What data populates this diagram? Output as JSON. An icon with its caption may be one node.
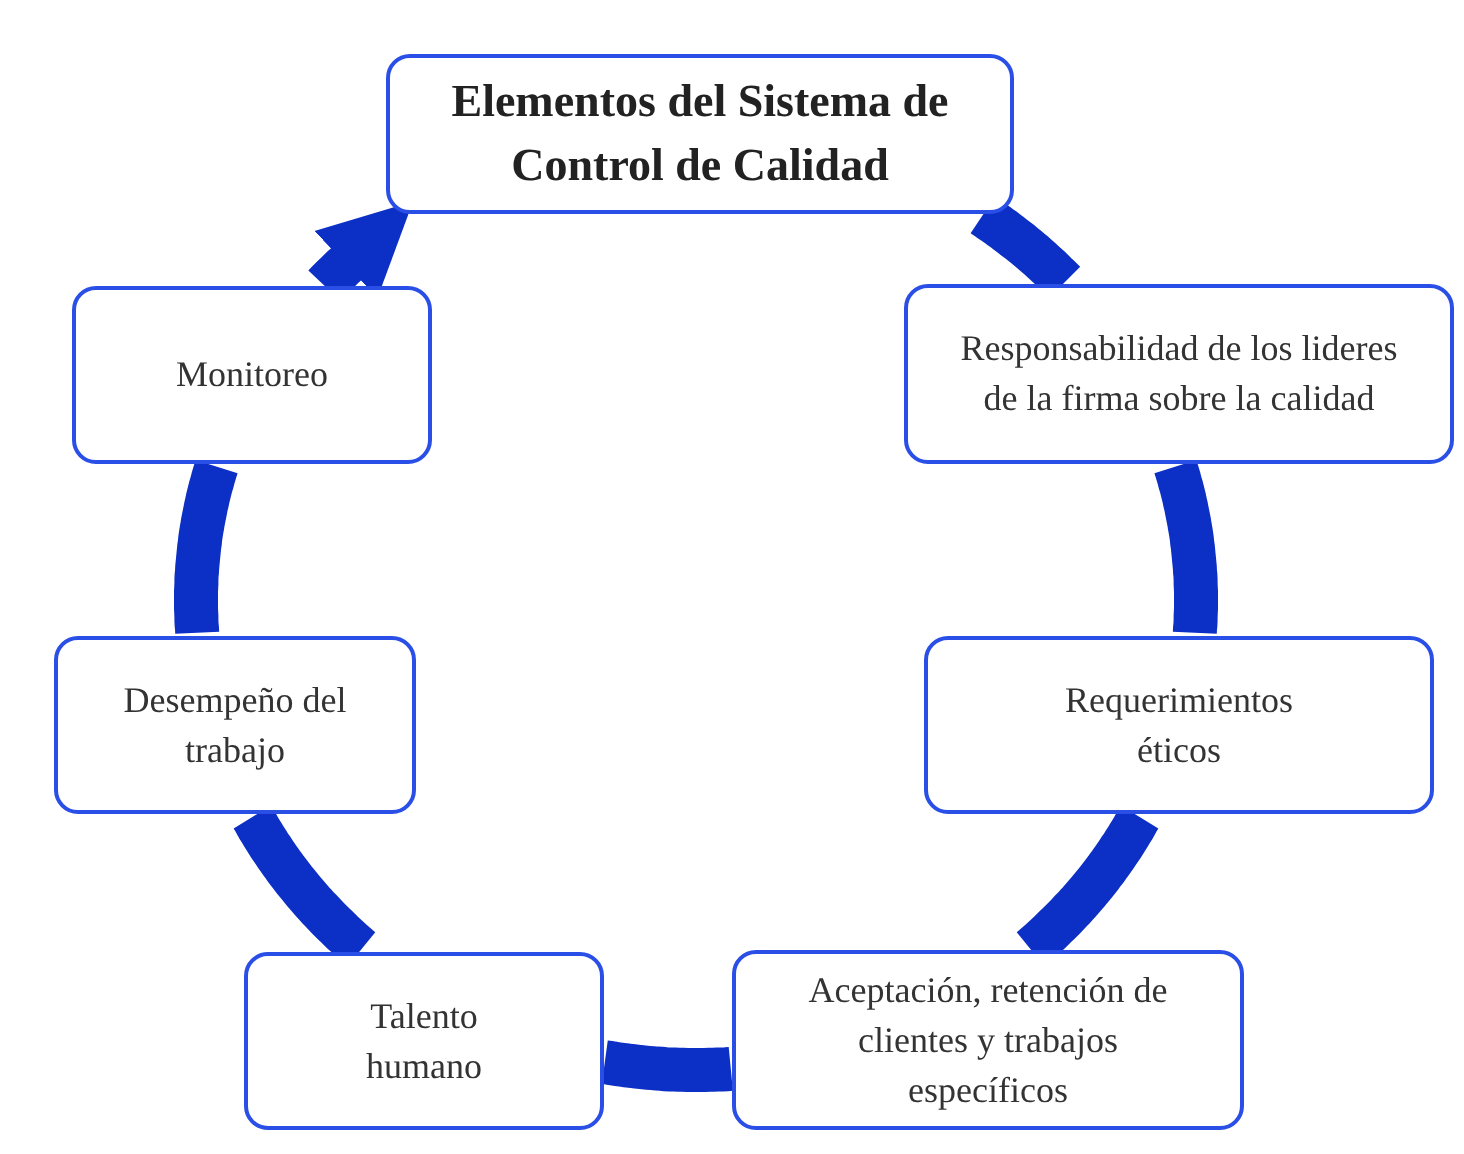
{
  "diagram": {
    "nodes": [
      {
        "text": [
          "Elementos del Sistema de Control de Calidad"
        ]
      },
      {
        "text": [
          "Responsabilidad de los lideres de la firma sobre la calidad"
        ]
      },
      {
        "text": [
          "Requerimientos éticos"
        ]
      },
      {
        "text": [
          "Aceptación, retención de clientes y trabajos específicos"
        ]
      },
      {
        "text": [
          "Talento humano"
        ]
      },
      {
        "text": [
          "Desempeño del trabajo"
        ]
      },
      {
        "text": [
          "Monitoreo"
        ]
      }
    ],
    "edges": [
      {
        "from": 0,
        "to": 1,
        "arrow": "none"
      },
      {
        "from": 1,
        "to": 2,
        "arrow": "none"
      },
      {
        "from": 2,
        "to": 3,
        "arrow": "none"
      },
      {
        "from": 3,
        "to": 4,
        "arrow": "none"
      },
      {
        "from": 4,
        "to": 5,
        "arrow": "none"
      },
      {
        "from": 5,
        "to": 6,
        "arrow": "none"
      },
      {
        "from": 6,
        "to": 0,
        "arrow": "to"
      }
    ]
  }
}
